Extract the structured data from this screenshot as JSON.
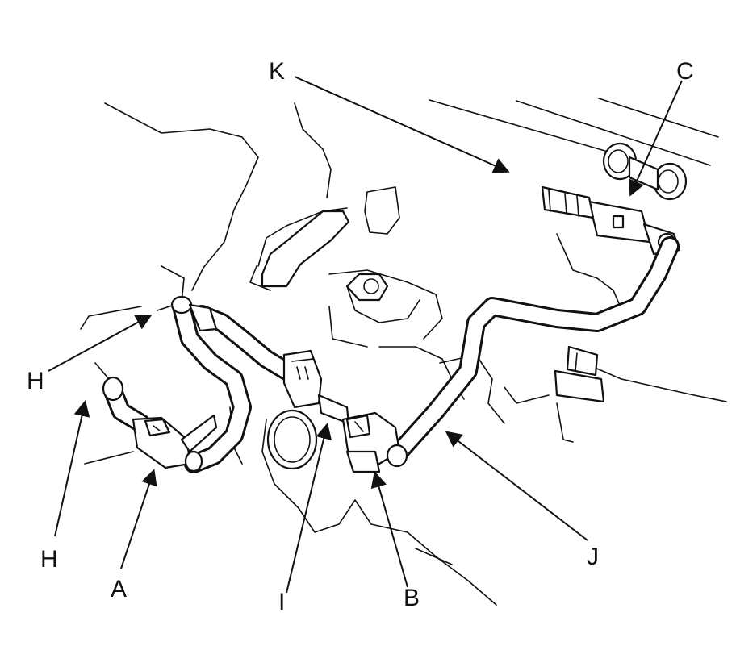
{
  "callouts": {
    "A": "A",
    "B": "B",
    "C": "C",
    "H_upper": "H",
    "H_lower": "H",
    "I": "I",
    "J": "J",
    "K": "K"
  }
}
